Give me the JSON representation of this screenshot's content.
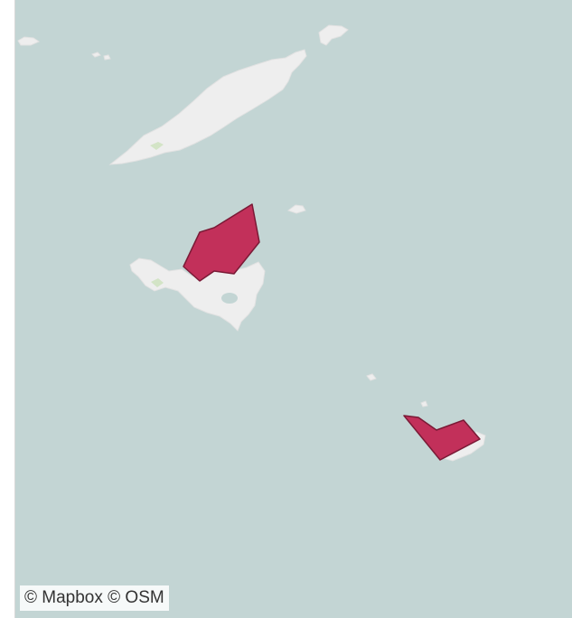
{
  "map": {
    "attribution": "© Mapbox © OSM",
    "colors": {
      "water": "#c3d5d4",
      "land": "#eeeeee",
      "land_stroke": "#e2e2e2",
      "park": "#d3e4c6",
      "highlight_fill": "#c2305a",
      "highlight_stroke": "#7a1a36",
      "frame_border": "#d8d8d8"
    },
    "highlighted_regions": [
      {
        "id": "north-region"
      },
      {
        "id": "southeast-region"
      }
    ]
  }
}
